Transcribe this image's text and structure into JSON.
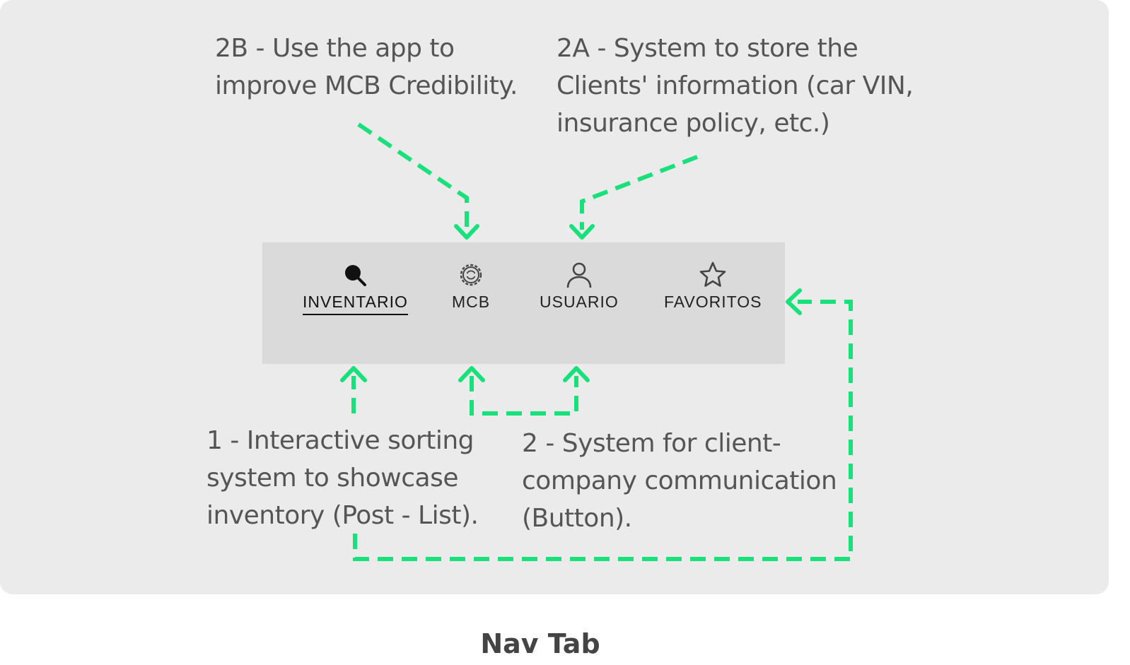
{
  "caption": "Nav Tab",
  "annotations": {
    "note_2b": "2B - Use the app to improve MCB Credibility.",
    "note_2a": "2A - System to store the Clients' information (car VIN, insurance policy, etc.)",
    "note_1": "1 - Interactive sorting system to showcase inventory (Post - List).",
    "note_2": "2 - System for client-company communication (Button)."
  },
  "nav_tabs": [
    {
      "label": "INVENTARIO",
      "icon": "search-icon",
      "active": true
    },
    {
      "label": "MCB",
      "icon": "gear-icon",
      "active": false
    },
    {
      "label": "USUARIO",
      "icon": "user-icon",
      "active": false
    },
    {
      "label": "FAVORITOS",
      "icon": "star-icon",
      "active": false
    }
  ],
  "colors": {
    "connector": "#18e07a",
    "panel_background": "#ebebeb",
    "navbar_background": "#dadada",
    "annotation_text": "#555555"
  }
}
